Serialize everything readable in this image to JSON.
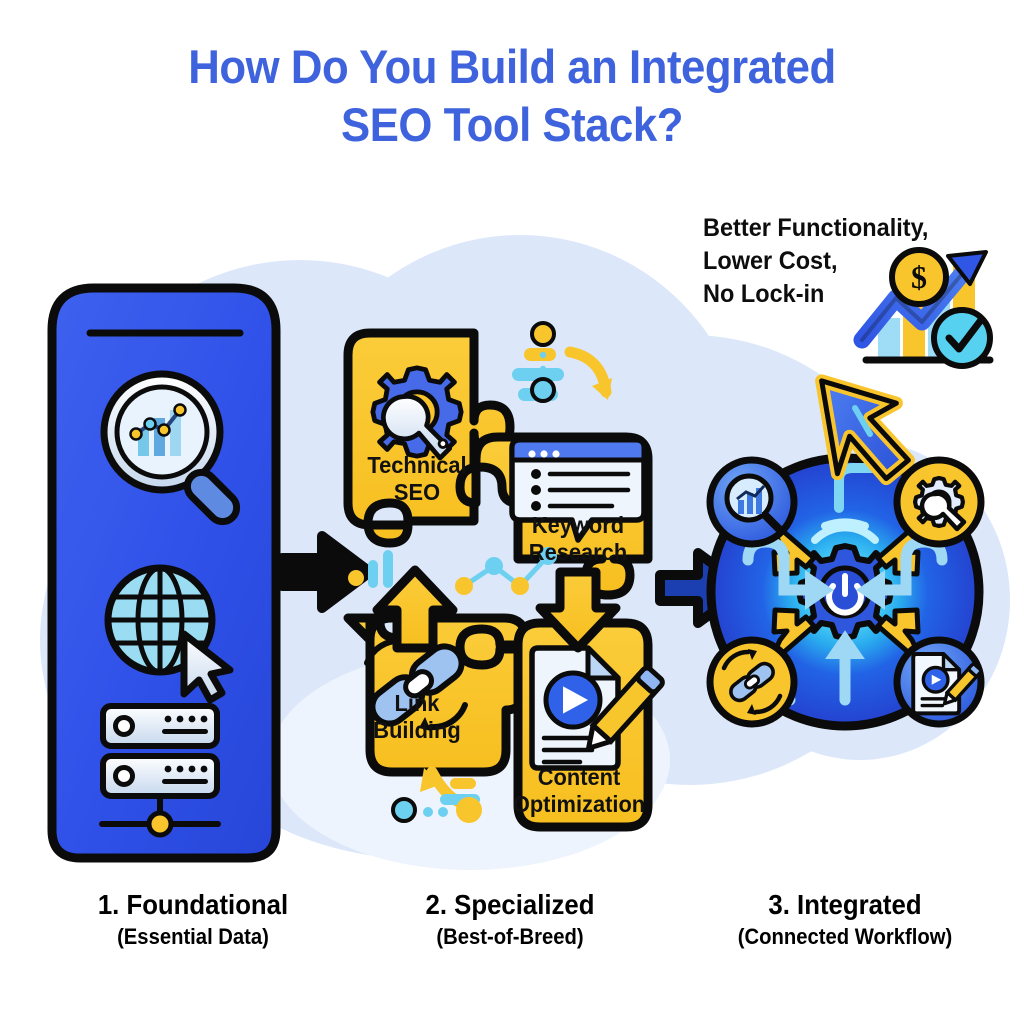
{
  "title": {
    "line1": "How Do You Build an Integrated",
    "line2": "SEO Tool Stack?",
    "color": "#3f63dd"
  },
  "benefits": {
    "line1": "Better Functionality,",
    "line2": "Lower Cost,",
    "line3": "No Lock-in",
    "color": "#0d0d0d"
  },
  "stages": [
    {
      "number": "1.",
      "caption_title": "1. Foundational",
      "caption_sub": "(Essential Data)",
      "icons": [
        "magnifier-chart-icon",
        "globe-cursor-icon",
        "server-stack-icon"
      ],
      "color": "#3355e8"
    },
    {
      "number": "2.",
      "caption_title": "2. Specialized",
      "caption_sub": "(Best-of-Breed)",
      "color": "#f9c52d"
    },
    {
      "number": "3.",
      "caption_title": "3. Integrated",
      "caption_sub": "(Connected Workflow)",
      "color": "#2a4fd6"
    }
  ],
  "cards": [
    {
      "id": "technical-seo",
      "label_line1": "Technical",
      "label_line2": "SEO",
      "icon": "gear-wrench-icon"
    },
    {
      "id": "keyword-research",
      "label_line1": "Keyword",
      "label_line2": "Research",
      "icon": "browser-list-bubble-icon"
    },
    {
      "id": "link-building",
      "label_line1": "Link",
      "label_line2": "Building",
      "icon": "chain-link-icon"
    },
    {
      "id": "content-optimization",
      "label_line1": "Content",
      "label_line2": "Optimization",
      "icon": "document-play-pencil-icon"
    }
  ],
  "hub": {
    "center_icon": "gear-power-wifi-icon",
    "satellites": [
      {
        "id": "hub-analytics",
        "icon": "magnifier-chart-icon",
        "badge_color": "#3f7ae0"
      },
      {
        "id": "hub-technical",
        "icon": "gear-wrench-icon",
        "badge_color": "#f9c52d"
      },
      {
        "id": "hub-links",
        "icon": "chain-link-icon",
        "badge_color": "#f9c52d"
      },
      {
        "id": "hub-content",
        "icon": "document-play-pencil-icon",
        "badge_color": "#3f7ae0"
      }
    ]
  },
  "growth": {
    "icon": "growth-arrow-chart-icon",
    "badges": [
      "dollar-coin-icon",
      "check-circle-icon",
      "cursor-arrow-icon"
    ]
  },
  "connectors": [
    {
      "id": "stage1-to-stage2",
      "style": "black-arrow-right"
    },
    {
      "id": "stage2-to-stage3",
      "style": "navy-arrow-right"
    }
  ],
  "palette": {
    "background": "#ffffff",
    "cloud": "#dbe7f9",
    "blue_column": "#3355e8",
    "card_yellow": "#f9c52d",
    "accent_cyan": "#6ed0f0",
    "outline": "#0b0b0b",
    "navy": "#1b3fb0"
  }
}
